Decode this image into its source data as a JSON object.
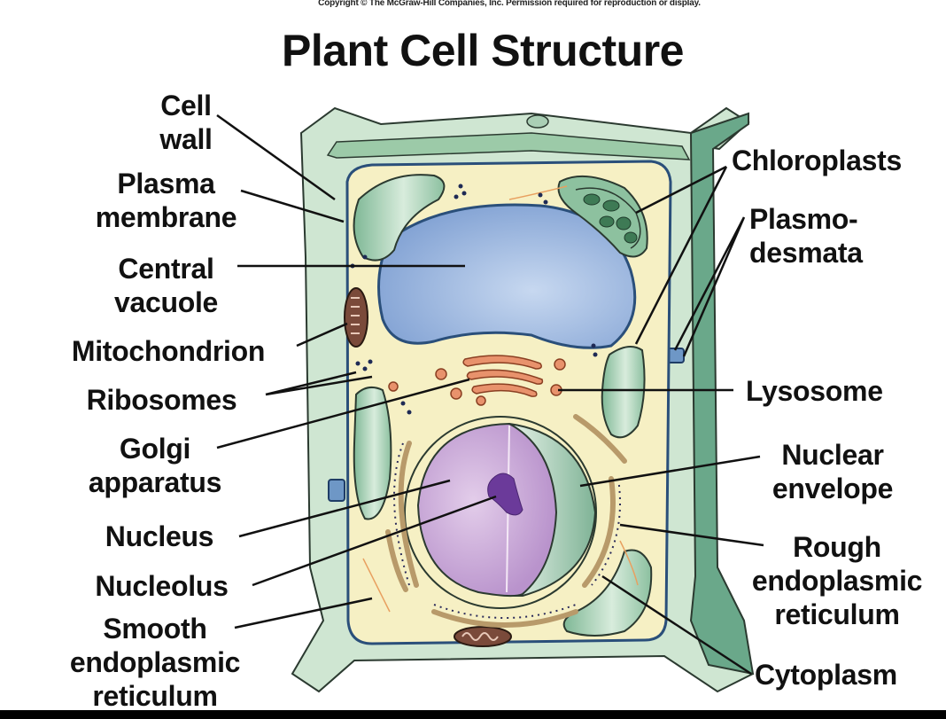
{
  "copyright": "Copyright © The McGraw-Hill Companies, Inc. Permission required for reproduction or display.",
  "title": "Plant Cell Structure",
  "labels_left": [
    {
      "id": "cell-wall",
      "lines": [
        "Cell",
        "wall"
      ]
    },
    {
      "id": "plasma-membrane",
      "lines": [
        "Plasma",
        "membrane"
      ]
    },
    {
      "id": "central-vacuole",
      "lines": [
        "Central",
        "vacuole"
      ]
    },
    {
      "id": "mitochondrion",
      "lines": [
        "Mitochondrion"
      ]
    },
    {
      "id": "ribosomes",
      "lines": [
        "Ribosomes"
      ]
    },
    {
      "id": "golgi-apparatus",
      "lines": [
        "Golgi",
        "apparatus"
      ]
    },
    {
      "id": "nucleus",
      "lines": [
        "Nucleus"
      ]
    },
    {
      "id": "nucleolus",
      "lines": [
        "Nucleolus"
      ]
    },
    {
      "id": "smooth-er",
      "lines": [
        "Smooth",
        "endoplasmic",
        "reticulum"
      ]
    }
  ],
  "labels_right": [
    {
      "id": "chloroplasts",
      "lines": [
        "Chloroplasts"
      ]
    },
    {
      "id": "plasmodesmata",
      "lines": [
        "Plasmo-",
        "desmata"
      ]
    },
    {
      "id": "lysosome",
      "lines": [
        "Lysosome"
      ]
    },
    {
      "id": "nuclear-envelope",
      "lines": [
        "Nuclear",
        "envelope"
      ]
    },
    {
      "id": "rough-er",
      "lines": [
        "Rough",
        "endoplasmic",
        "reticulum"
      ]
    },
    {
      "id": "cytoplasm",
      "lines": [
        "Cytoplasm"
      ]
    }
  ],
  "colors": {
    "cell_wall": "#cfe6d2",
    "cell_wall_dark": "#6aa88a",
    "cytoplasm": "#f6f0c4",
    "vacuole": "#8aa8d8",
    "chloroplast": "#9ccaa8",
    "nucleus": "#c9a3d6",
    "nucleolus": "#6b3a9a",
    "golgi": "#e8926c",
    "membrane": "#2a4f7a"
  }
}
